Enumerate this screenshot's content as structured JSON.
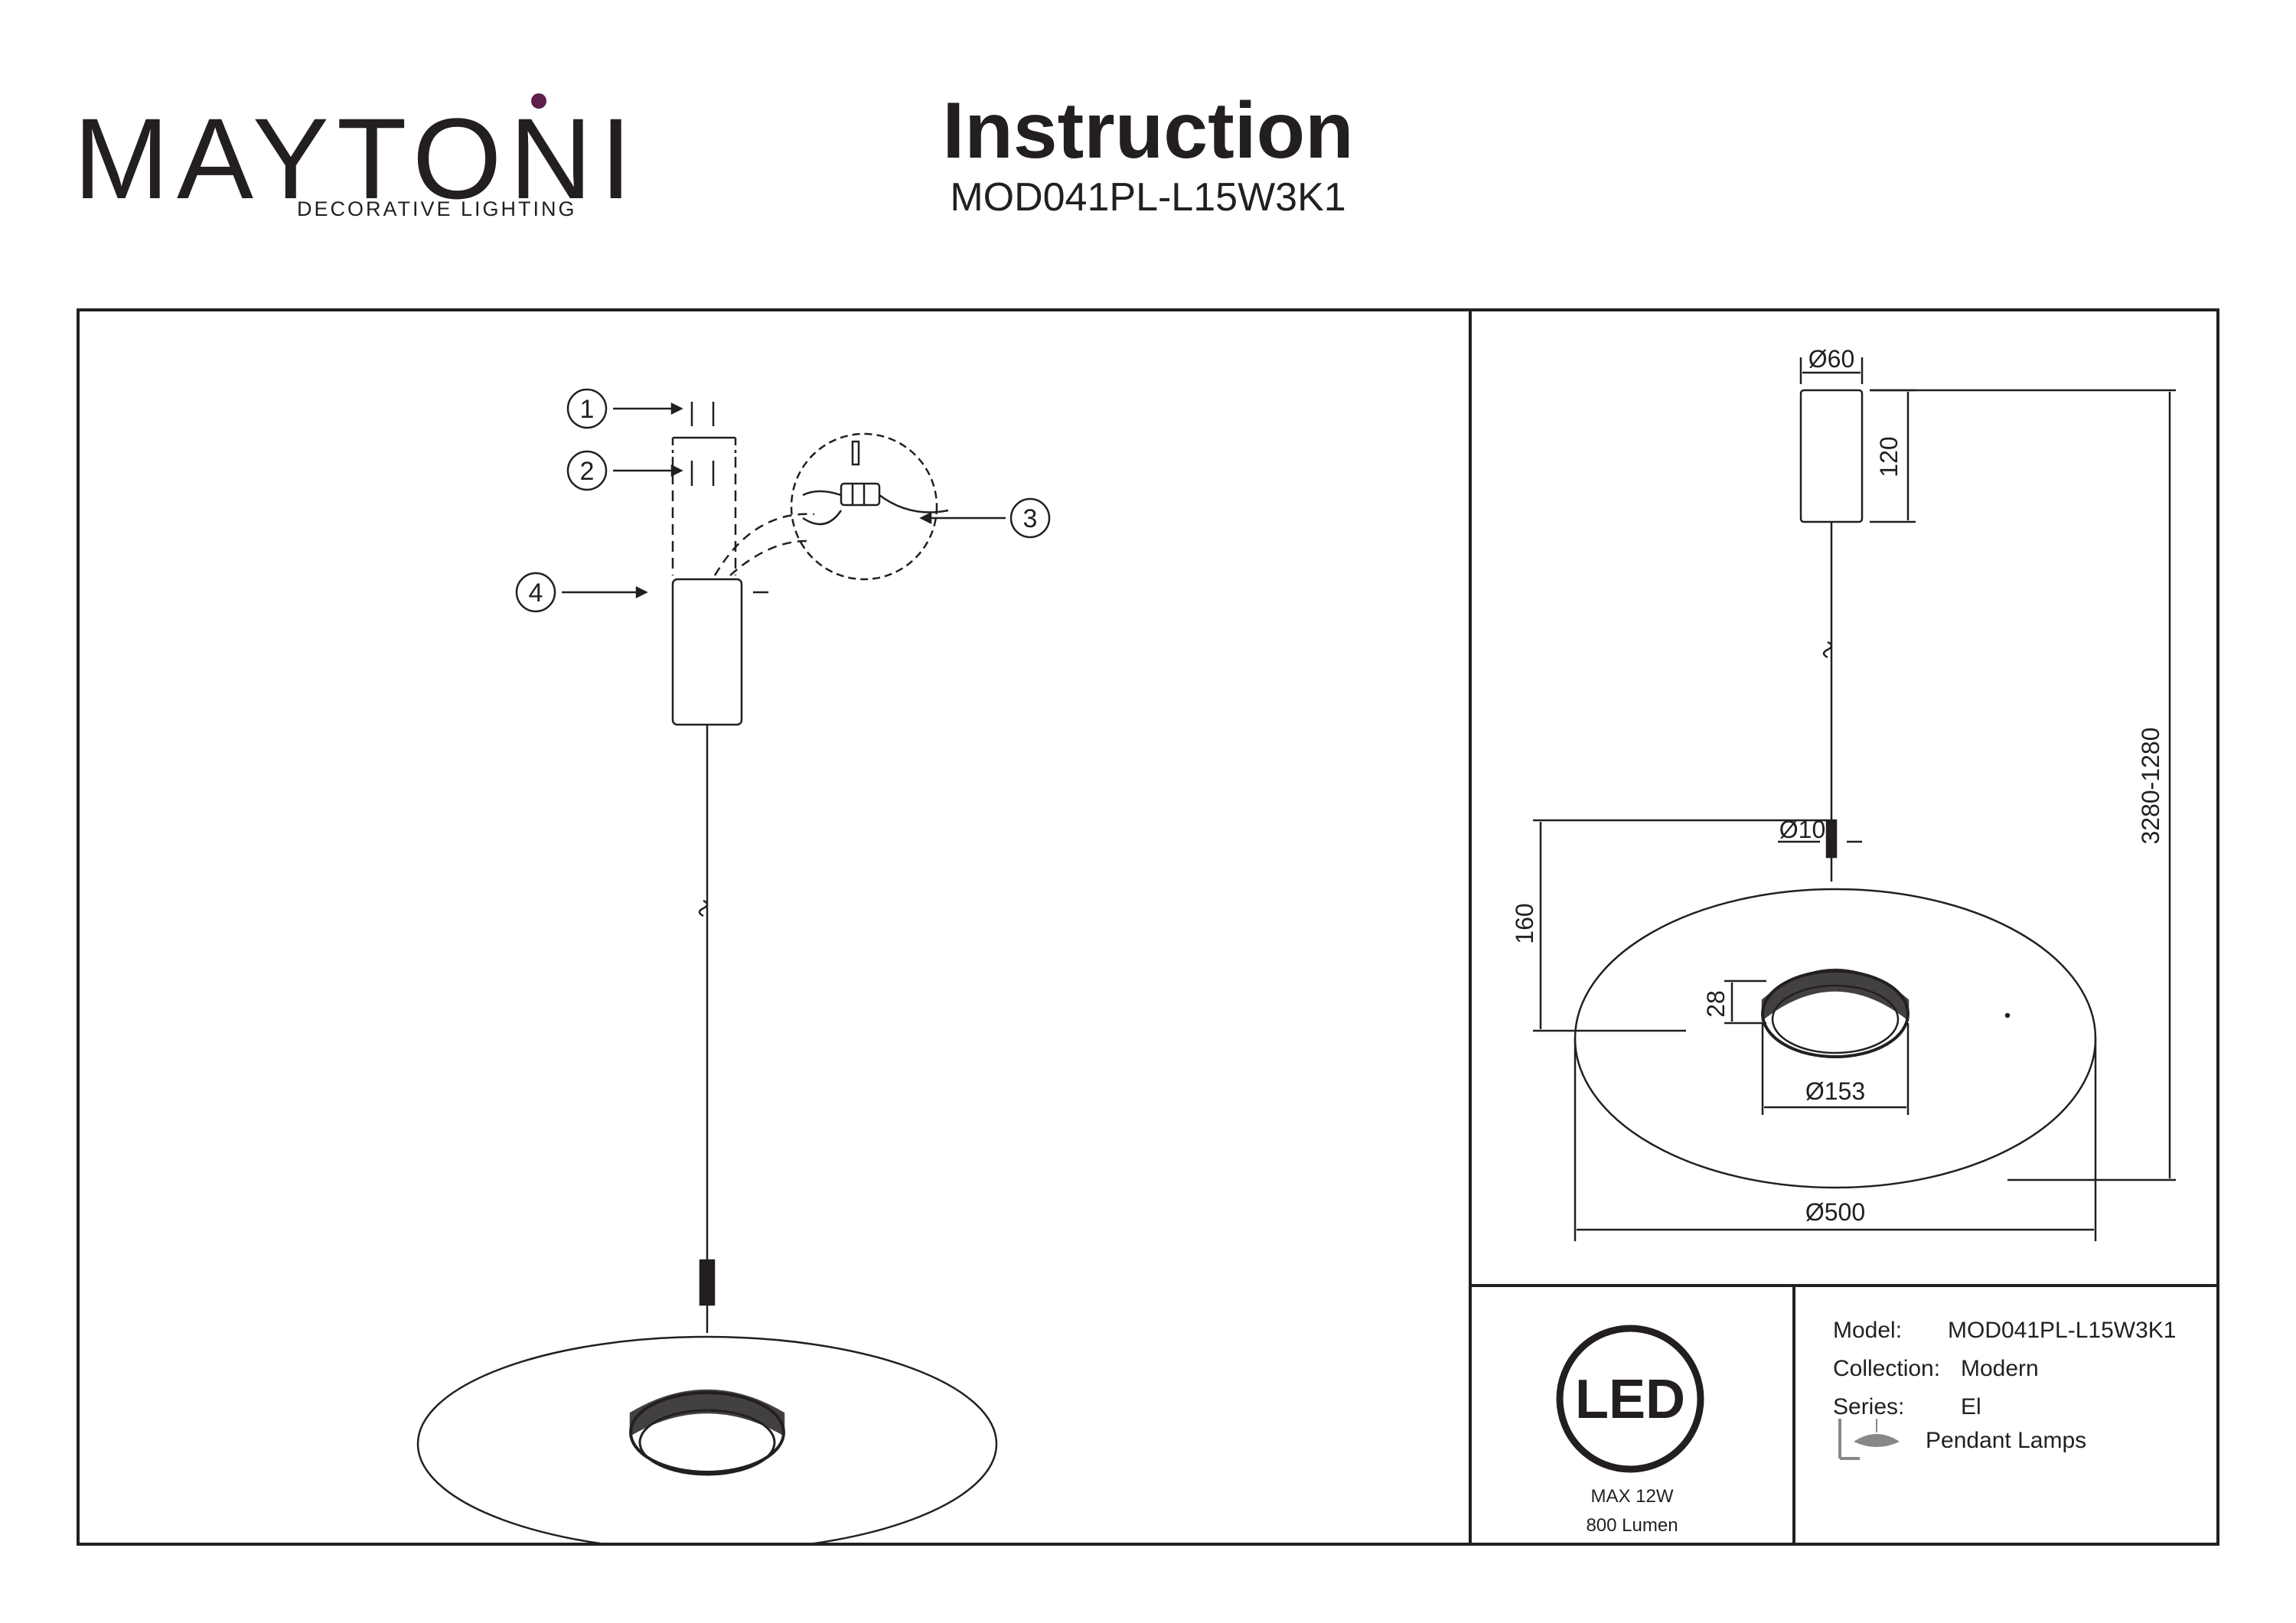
{
  "brand": {
    "name": "MAYTONI",
    "tagline": "DECORATIVE LIGHTING"
  },
  "header": {
    "title": "Instruction",
    "model": "MOD041PL-L15W3K1"
  },
  "callouts": [
    "1",
    "2",
    "3",
    "4"
  ],
  "dimensions": {
    "canopy_diameter": "Ø60",
    "canopy_height": "120",
    "total_height": "3280-1280",
    "cable_diameter": "Ø10",
    "body_height": "160",
    "ring_height": "28",
    "ring_diameter": "Ø153",
    "shade_diameter": "Ø500"
  },
  "led": {
    "badge": "LED",
    "power": "MAX 12W",
    "lumen": "800 Lumen"
  },
  "specs": {
    "model_label": "Model:",
    "model_value": "MOD041PL-L15W3K1",
    "collection_label": "Collection:",
    "collection_value": "Modern",
    "series_label": "Series:",
    "series_value": "El",
    "type_value": "Pendant Lamps"
  },
  "icons": [
    "pendant-lamp-icon"
  ]
}
